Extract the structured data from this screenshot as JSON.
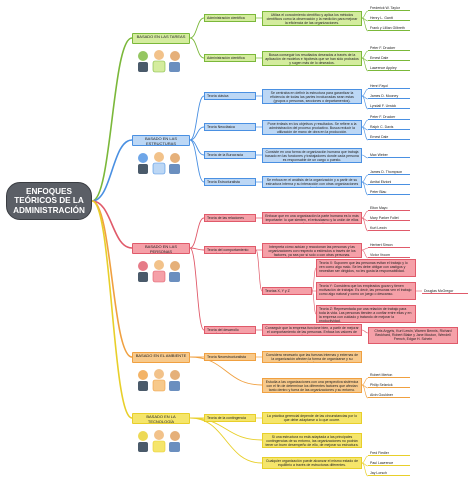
{
  "colors": {
    "root": "#5b5f66",
    "green": "#7bb83a",
    "green_fill": "#d4ec9e",
    "blue": "#4a90e2",
    "blue_fill": "#bcd7f5",
    "red": "#e05a6a",
    "red_fill": "#f5a0a8",
    "orange": "#f0a040",
    "orange_fill": "#f7c98b",
    "yellow": "#e8cf2a",
    "yellow_fill": "#f5e56b",
    "purple": "#9b8de0",
    "purple_fill": "#cfc7f7"
  },
  "root": {
    "title": "ENFOQUES TEÓRICOS DE LA ADMINISTRACIÓN"
  },
  "branches": [
    {
      "id": "tareas",
      "color": "green",
      "label": "BASADO EN LAS TAREAS",
      "subs": [
        {
          "label": "Administración científica",
          "desc": "Utiliza el conocimiento científico y aplica los métodos científicos como la observación y la medición para mejorar la eficiencia de las organizaciones.",
          "authors": [
            "Frederick W. Taylor",
            "Henry L. Gantt",
            "Frank y Lillian Gilbreth"
          ]
        },
        {
          "label": "Administración científica",
          "desc": "Busca conseguir los resultados deseados a través de la aplicación de modelos e hipótesis que se han sido probados y sugen más de lo deseados.",
          "authors": [
            "Peter F. Drucker",
            "Ernest Dale",
            "Lawrence Appley"
          ]
        }
      ]
    },
    {
      "id": "estructuras",
      "color": "blue",
      "label": "BASADO EN LAS ESTRUCTURAS",
      "subs": [
        {
          "label": "Teoría clásica",
          "desc": "Se centraba en definir la estructura para garantizar la eficiencia de todas las partes involucradas sean estas (grupos o personas, secciones o departamentos).",
          "authors": [
            "Henri Fayol",
            "James D. Mooney",
            "Lyndall F. Urwick"
          ]
        },
        {
          "label": "Teoría Neoclásica",
          "desc": "Pone énfasis en los objetivos y resultados. Se refiere a la administración del proceso productivo. Busca reducir la utilización de mano de obra en la producción.",
          "authors": [
            "Peter F. Drucker",
            "Ralph C. Davis",
            "Ernest Dale"
          ]
        },
        {
          "label": "Teoría de la Burocracia",
          "desc": "Consiste en una forma de organización humana que trabaja basado en las funciones y trabajadores donde cada persona es responsable de un cargo o puesto.",
          "authors": [
            "Max Weber"
          ]
        },
        {
          "label": "Teoría Estructuralista",
          "desc": "Se enfoca en el análisis de la organización y a partir de su estructura interna y su interacción con otras organizaciones y con el entorno.",
          "authors": [
            "James D. Thompson",
            "Amitai Etzioni",
            "Peter Blau"
          ]
        }
      ]
    },
    {
      "id": "personas",
      "color": "red",
      "label": "BASADO EN LAS PERSONAS",
      "subs": [
        {
          "label": "Teoría de las relaciones humanas",
          "desc": "Enfocar que en una organización la parte humana es lo más importante: lo que sienten, el entusiasmo y la unión de ellos con la organización.",
          "authors": [
            "Elton Mayo",
            "Mary Parker Follet",
            "Kurt Lewin"
          ]
        },
        {
          "label": "Teoría del comportamiento organizacional",
          "desc": "Interpreta cómo actúan y reaccionan las personas y las organizaciones con respecto a estímulos a través de los factores, ya sea por sí solo o con otras personas.",
          "authors": [
            "Herbert Simon",
            "Victor Vroom"
          ],
          "children": [
            {
              "label": "Teorías X, Y y Z",
              "items": [
                "Teoría X: Suponen que las personas evitan el trabajo y lo ven como algo malo. Se les debe obligar con castigos y necesitan ser dirigidos, no les gusta la responsabilidad.",
                "Teoría Y: Considera que los empleados gozan y tienen motivación de trabajar. Es decir, las personas ven el trabajo como algo natural y como un juego o descanso.",
                "Teoría Z: Representada por una relación de trabajo para toda la vida. Las personas tienden a confiar entre ellas y en la empresa con cuidado y tratando de mejorar la productividad."
              ],
              "author": "Douglas McGregor"
            }
          ]
        },
        {
          "label": "Teoría del desarrollo organizacional",
          "desc": "Conseguir que la empresa funcione bien, a partir de mejorar el comportamiento de las personas. Enfoca los valores de las personas.",
          "authors": [
            "Chris Argyris, Kurt Lewin, Warren Bennis, Richard Beckhard, Robert Blake y Jane Mouton, Wendell French, Edgar H. Schein"
          ]
        }
      ]
    },
    {
      "id": "ambiente",
      "color": "orange",
      "label": "BASADO EN EL AMBIENTE",
      "subs": [
        {
          "label": "Teoría Neoestructuralista",
          "desc": "Considera necesario que las fuerzas internas y externas de la organización afecten la forma de organizarse y su estructura.",
          "authors": []
        },
        {
          "label": "",
          "desc": "Estudia a las organizaciones con una perspectiva sistémica con el fin de determinar los diferentes factores que afectan tanto dentro y fuera de las organizaciones y su entorno.",
          "authors": [
            "Robert Merton",
            "Philip Selznick",
            "Alvin Gouldner"
          ]
        }
      ]
    },
    {
      "id": "tecnologia",
      "color": "yellow",
      "label": "BASADO EN LA TECNOLOGÍA",
      "subs": [
        {
          "label": "Teoría de la contingencia",
          "desc": "La práctica gerencial depende de las circunstancias por lo que debe adaptarse a lo que ocurre.",
          "authors": []
        },
        {
          "label": "",
          "desc": "Si una estructura no está adaptada a las principales contingencias de su entorno, las organizaciones no podrán tener un buen desempeño de ello, de mejorar su estructura.",
          "authors": []
        },
        {
          "label": "",
          "desc": "Cualquier organización puede alcanzar el mismo estado de equilibrio a través de estructuras diferentes.",
          "authors": [
            "Fred Fiedler",
            "Paul Lawrence",
            "Jay Lorsch"
          ]
        }
      ]
    }
  ]
}
